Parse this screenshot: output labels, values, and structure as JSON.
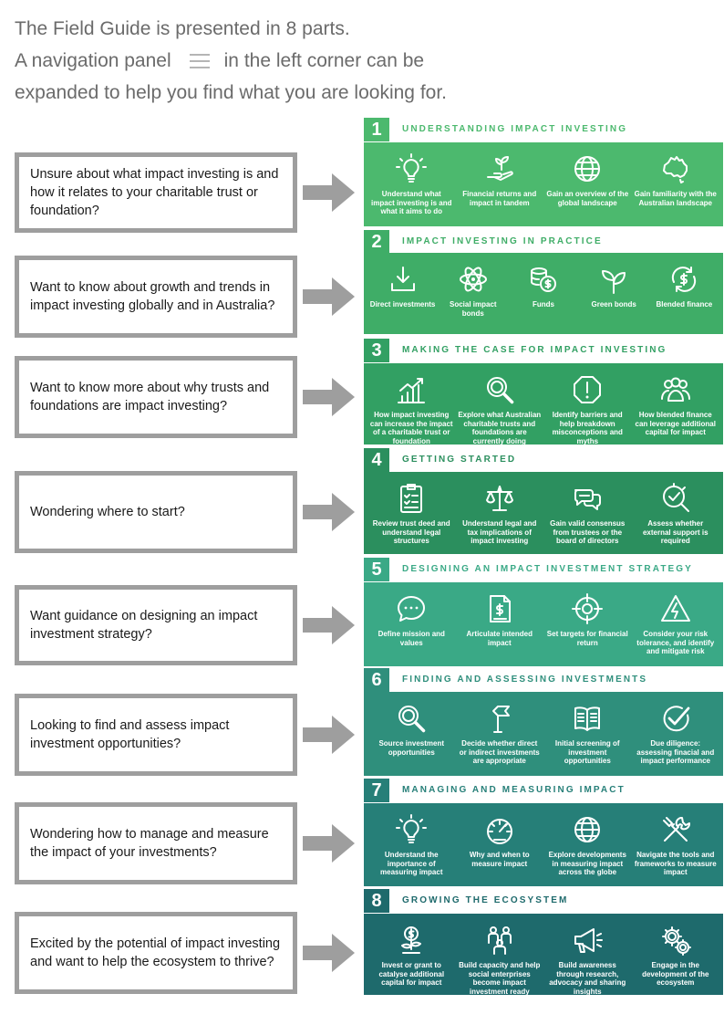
{
  "intro": {
    "line1": "The Field Guide is presented in 8 parts.",
    "line2a": "A navigation panel",
    "line2b": "in the left corner can be",
    "line3": "expanded to help you find what you are looking for.",
    "menu_icon": "hamburger-menu-icon"
  },
  "colors": {
    "arrow": "#9e9e9e",
    "box_border": "#9e9e9e",
    "intro_text": "#6b6b6b"
  },
  "questions": [
    "Unsure about what impact investing is and how it relates to your charitable trust or foundation?",
    "Want to know about growth and trends in impact investing globally and in Australia?",
    "Want to know more about why trusts and foundations are impact investing?",
    "Wondering where to start?",
    "Want guidance on designing an impact investment strategy?",
    "Looking to find and assess impact investment opportunities?",
    "Wondering how to manage and measure the impact of your investments?",
    "Excited by the potential of impact investing and want to help the ecosystem to thrive?"
  ],
  "sections": [
    {
      "number": "1",
      "title": "UNDERSTANDING  IMPACT INVESTING",
      "color": "#4cb96e",
      "items": [
        {
          "icon": "lightbulb-icon",
          "label": "Understand what impact investing is and what it aims to do"
        },
        {
          "icon": "hand-plant-icon",
          "label": "Financial returns and impact in tandem"
        },
        {
          "icon": "globe-icon",
          "label": "Gain an overview of the global landscape"
        },
        {
          "icon": "australia-map-icon",
          "label": "Gain familiarity with the Australian landscape"
        }
      ]
    },
    {
      "number": "2",
      "title": "IMPACT INVESTING IN PRACTICE",
      "color": "#3fad67",
      "items": [
        {
          "icon": "download-tray-icon",
          "label": "Direct investments"
        },
        {
          "icon": "atom-icon",
          "label": "Social impact bonds"
        },
        {
          "icon": "coins-icon",
          "label": "Funds"
        },
        {
          "icon": "leaves-icon",
          "label": "Green bonds"
        },
        {
          "icon": "dollar-cycle-icon",
          "label": "Blended finance"
        }
      ]
    },
    {
      "number": "3",
      "title": "MAKING THE CASE FOR IMPACT INVESTING",
      "color": "#32a063",
      "items": [
        {
          "icon": "growth-chart-icon",
          "label": "How impact investing can increase the impact of a charitable trust or foundation"
        },
        {
          "icon": "magnifier-icon",
          "label": "Explore what Australian charitable trusts and foundations are currently doing"
        },
        {
          "icon": "alert-icon",
          "label": "Identify barriers and help breakdown misconceptions and myths"
        },
        {
          "icon": "people-group-icon",
          "label": "How blended finance can leverage additional capital for impact"
        }
      ]
    },
    {
      "number": "4",
      "title": "GETTING STARTED",
      "color": "#2b8f5e",
      "items": [
        {
          "icon": "checklist-icon",
          "label": "Review trust deed and understand legal structures"
        },
        {
          "icon": "scales-icon",
          "label": "Understand legal and tax implications of impact investing"
        },
        {
          "icon": "speech-bubbles-icon",
          "label": "Gain valid consensus from trustees or the board of directors"
        },
        {
          "icon": "magnifier-check-icon",
          "label": "Assess whether external support is required"
        }
      ]
    },
    {
      "number": "5",
      "title": "DESIGNING AN IMPACT INVESTMENT STRATEGY",
      "color": "#3aa986",
      "items": [
        {
          "icon": "chat-bubble-icon",
          "label": "Define mission and values"
        },
        {
          "icon": "document-dollar-icon",
          "label": "Articulate intended impact"
        },
        {
          "icon": "target-icon",
          "label": "Set targets for financial return"
        },
        {
          "icon": "warning-bolt-icon",
          "label": "Consider your risk tolerance, and identify and mitigate risk"
        }
      ]
    },
    {
      "number": "6",
      "title": "FINDING AND ASSESSING INVESTMENTS",
      "color": "#2f8f7c",
      "items": [
        {
          "icon": "magnifier-icon",
          "label": "Source investment opportunities"
        },
        {
          "icon": "direction-sign-icon",
          "label": "Decide whether direct or indirect investments are appropriate"
        },
        {
          "icon": "open-book-icon",
          "label": "Initial screening of investment opportunities"
        },
        {
          "icon": "check-circle-icon",
          "label": "Due diligence: assessing finacial and impact performance"
        }
      ]
    },
    {
      "number": "7",
      "title": "MANAGING AND MEASURING IMPACT",
      "color": "#267f78",
      "items": [
        {
          "icon": "lightbulb-icon",
          "label": "Understand the importance of measuring impact"
        },
        {
          "icon": "gauge-icon",
          "label": "Why and when to measure impact"
        },
        {
          "icon": "globe-icon",
          "label": "Explore developments in measuring impact across the globe"
        },
        {
          "icon": "tools-icon",
          "label": "Navigate the tools and frameworks to measure impact"
        }
      ]
    },
    {
      "number": "8",
      "title": "GROWING THE ECOSYSTEM",
      "color": "#1e6a6c",
      "items": [
        {
          "icon": "money-plant-icon",
          "label": "Invest or grant to catalyse additional capital for impact"
        },
        {
          "icon": "team-icon",
          "label": "Build capacity and help social enterprises become impact investment ready"
        },
        {
          "icon": "megaphone-icon",
          "label": "Build awareness through research, advocacy and sharing insights"
        },
        {
          "icon": "gears-icon",
          "label": "Engage in the development of the ecosystem"
        }
      ]
    }
  ]
}
